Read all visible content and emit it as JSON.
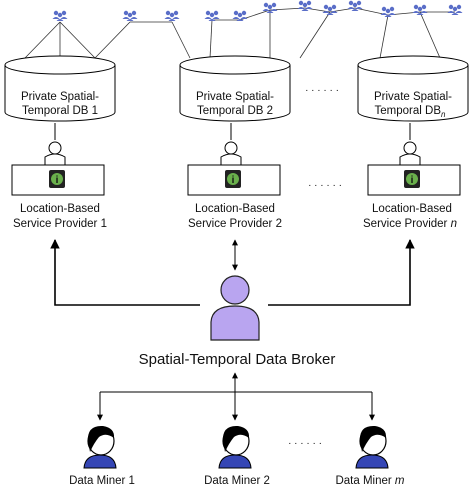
{
  "databases": [
    {
      "line1": "Private Spatial-",
      "line2": "Temporal DB 1"
    },
    {
      "line1": "Private Spatial-",
      "line2": "Temporal DB 2"
    },
    {
      "line1": "Private Spatial-",
      "line2": "Temporal DB",
      "sub": "n"
    }
  ],
  "providers": [
    {
      "line1": "Location-Based",
      "line2": "Service Provider  1"
    },
    {
      "line1": "Location-Based",
      "line2": "Service Provider  2"
    },
    {
      "line1": "Location-Based",
      "line2": "Service Provider ",
      "italic": "n"
    }
  ],
  "broker": {
    "label": "Spatial-Temporal Data Broker"
  },
  "miners": [
    {
      "label": "Data Miner  1"
    },
    {
      "label": "Data Miner  2"
    },
    {
      "label": "Data Miner ",
      "italic": "m"
    }
  ],
  "ellipsis": "· · · · · ·",
  "colors": {
    "broker": "#b9a5f0",
    "user_icon": "#5a6ec8",
    "info_icon": "#6ab04c",
    "line": "#000000"
  }
}
